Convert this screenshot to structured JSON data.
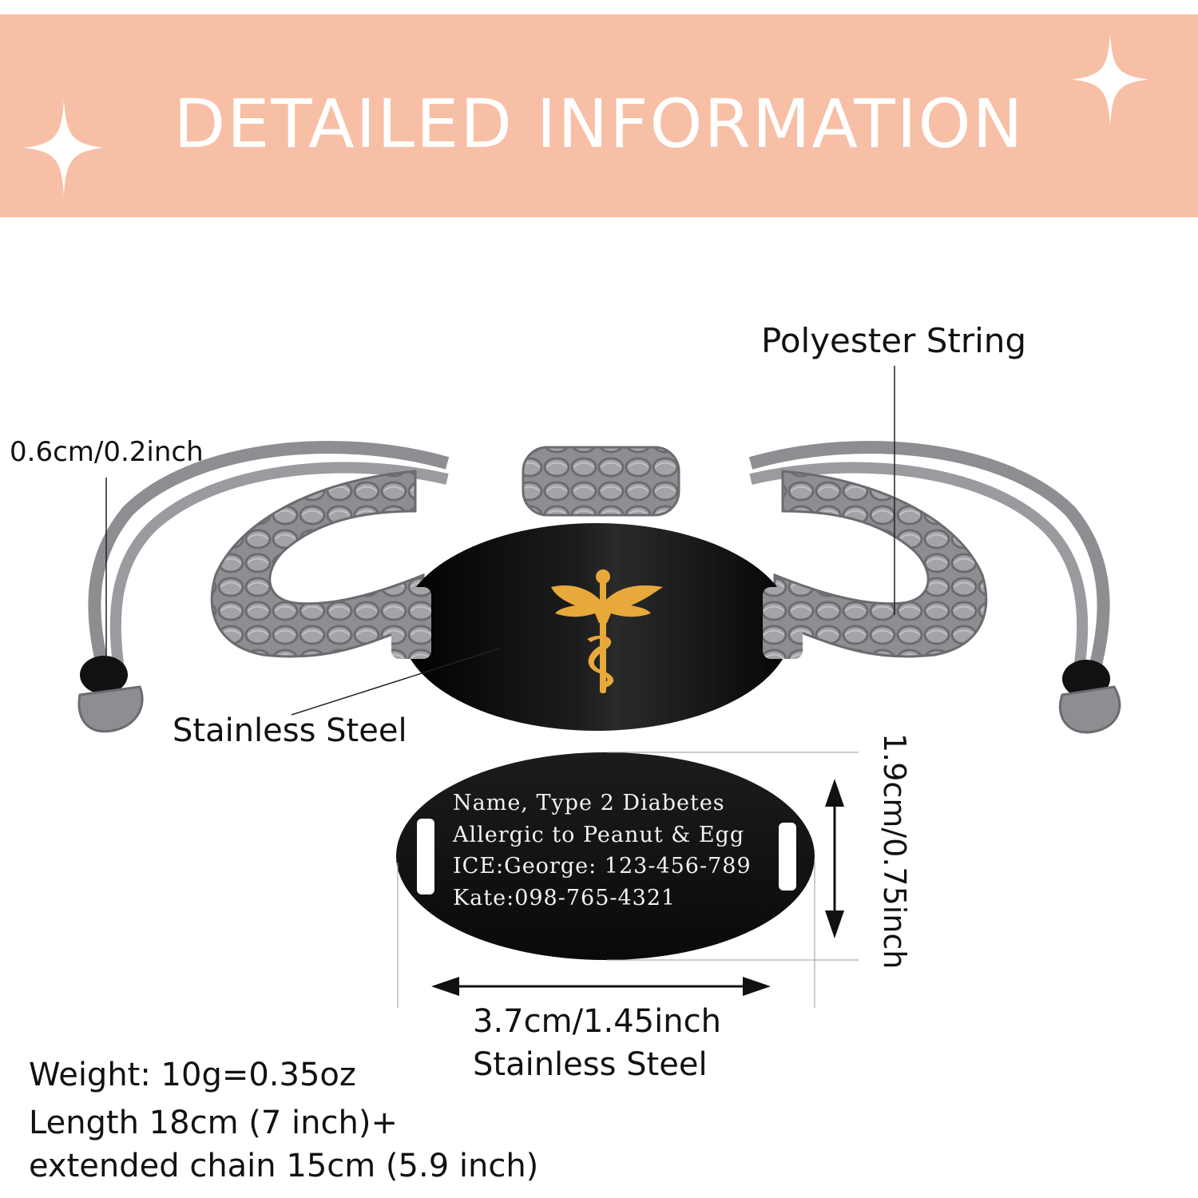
{
  "banner": {
    "title": "DETAILED INFORMATION",
    "background_color": "#f7bfa6",
    "text_color": "#ffffff",
    "decorations": [
      "sparkle-icon",
      "sparkle-icon"
    ]
  },
  "callouts": {
    "polyester_string": "Polyester String",
    "cord_thickness": "0.6cm/0.2inch",
    "stainless_steel_top": "Stainless Steel"
  },
  "tag_front": {
    "symbol": "caduceus-icon",
    "plate_color": "#0c0c0c",
    "symbol_color": "#e7a93a"
  },
  "tag_back": {
    "engraving": [
      "Name, Type 2 Diabetes",
      "Allergic to Peanut & Egg",
      "ICE:George: 123-456-789",
      "Kate:098-765-4321"
    ]
  },
  "dimensions": {
    "height": "1.9cm/0.75inch",
    "width": "3.7cm/1.45inch",
    "material": "Stainless Steel"
  },
  "specs": {
    "weight": "Weight: 10g=0.35oz",
    "length": "Length 18cm (7 inch)+",
    "extension": "extended chain 15cm (5.9 inch)"
  },
  "cord_color": "#8d8d92"
}
